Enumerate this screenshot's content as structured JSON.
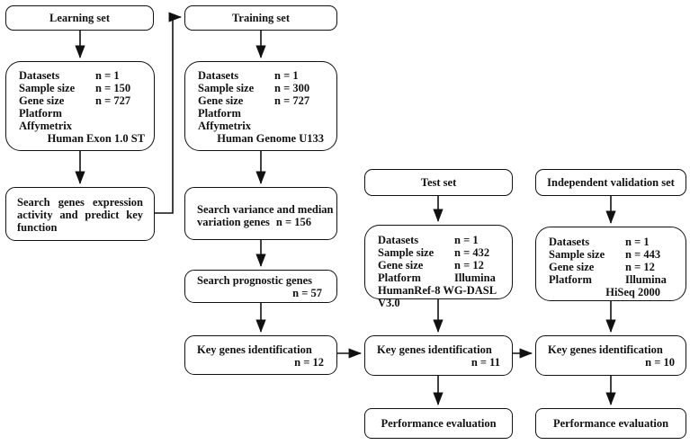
{
  "diagram": {
    "learning": {
      "title": "Learning set",
      "details": {
        "rows": [
          {
            "label": "Datasets",
            "value": "n = 1"
          },
          {
            "label": "Sample size",
            "value": "n = 150"
          },
          {
            "label": "Gene size",
            "value": "n = 727"
          },
          {
            "label": "Platform",
            "value": ""
          },
          {
            "label": "Affymetrix",
            "value": ""
          }
        ],
        "footer": "Human Exon 1.0 ST"
      },
      "process": "Search genes expression activity and predict key function"
    },
    "training": {
      "title": "Training set",
      "details": {
        "rows": [
          {
            "label": "Datasets",
            "value": "n = 1"
          },
          {
            "label": "Sample size",
            "value": "n = 300"
          },
          {
            "label": "Gene size",
            "value": "n = 727"
          },
          {
            "label": "Platform",
            "value": ""
          },
          {
            "label": "Affymetrix",
            "value": ""
          }
        ],
        "footer": "Human Genome U133"
      },
      "variance": {
        "line1": "Search variance and median",
        "line2_label": "variation genes",
        "value": "n = 156"
      },
      "prognostic": {
        "label": "Search prognostic genes",
        "value": "n = 57"
      },
      "keygenes": {
        "label": "Key genes identification",
        "value": "n = 12"
      }
    },
    "test": {
      "title": "Test set",
      "details": {
        "rows": [
          {
            "label": "Datasets",
            "value": "n = 1"
          },
          {
            "label": "Sample size",
            "value": "n = 432"
          },
          {
            "label": "Gene size",
            "value": "n = 12"
          },
          {
            "label": "Platform",
            "value": "Illumina"
          }
        ],
        "footer": "HumanRef-8 WG-DASL V3.0"
      },
      "keygenes": {
        "label": "Key genes identification",
        "value": "n = 11"
      },
      "performance": "Performance evaluation"
    },
    "validation": {
      "title": "Independent validation set",
      "details": {
        "rows": [
          {
            "label": "Datasets",
            "value": "n = 1"
          },
          {
            "label": "Sample size",
            "value": "n = 443"
          },
          {
            "label": "Gene size",
            "value": "n = 12"
          },
          {
            "label": "Platform",
            "value": "Illumina"
          }
        ],
        "footer": "HiSeq 2000"
      },
      "keygenes": {
        "label": "Key genes identification",
        "value": "n = 10"
      },
      "performance": "Performance evaluation"
    },
    "line_color": "#111111"
  }
}
